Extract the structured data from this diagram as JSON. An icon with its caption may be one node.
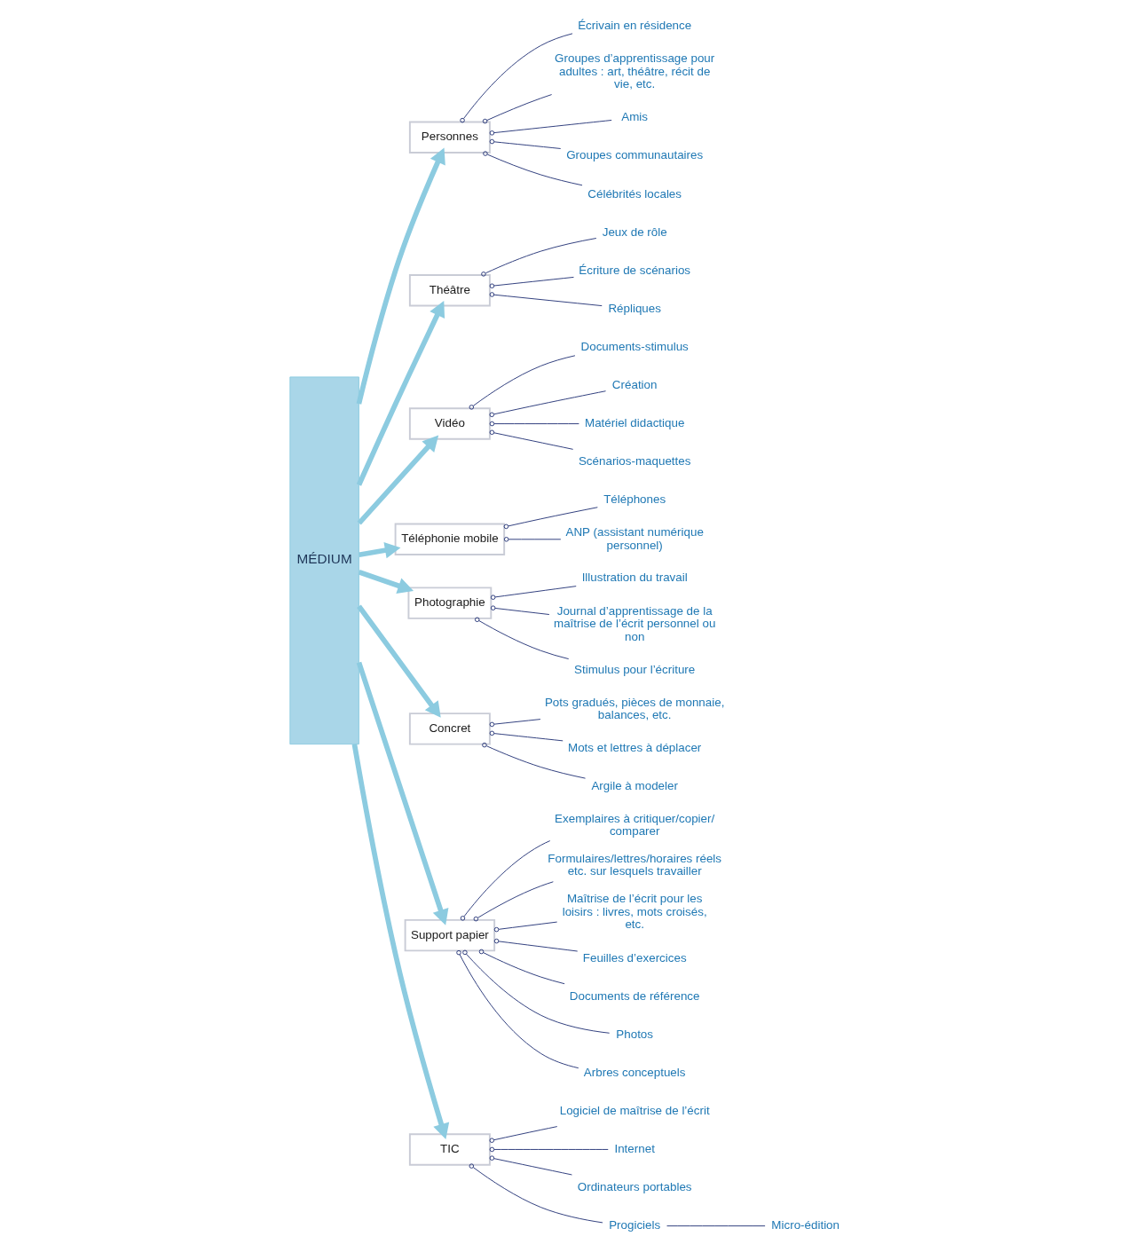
{
  "diagram": {
    "nodes": [
      {
        "text": [
          "MÉDIUM"
        ]
      },
      {
        "text": [
          "Personnes"
        ]
      },
      {
        "text": [
          "Écrivain en résidence"
        ]
      },
      {
        "text": [
          "Groupes d’apprentissage pour adultes : art, théâtre, récit de vie, etc."
        ]
      },
      {
        "text": [
          "Amis"
        ]
      },
      {
        "text": [
          "Groupes communautaires"
        ]
      },
      {
        "text": [
          "Célébrités locales"
        ]
      },
      {
        "text": [
          "Théâtre"
        ]
      },
      {
        "text": [
          "Jeux de rôle"
        ]
      },
      {
        "text": [
          "Écriture de scénarios"
        ]
      },
      {
        "text": [
          "Répliques"
        ]
      },
      {
        "text": [
          "Vidéo"
        ]
      },
      {
        "text": [
          "Documents-stimulus"
        ]
      },
      {
        "text": [
          "Création"
        ]
      },
      {
        "text": [
          "Matériel didactique"
        ]
      },
      {
        "text": [
          "Scénarios-maquettes"
        ]
      },
      {
        "text": [
          "Téléphonie mobile"
        ]
      },
      {
        "text": [
          "Téléphones"
        ]
      },
      {
        "text": [
          "ANP (assistant numérique personnel)"
        ]
      },
      {
        "text": [
          "Photographie"
        ]
      },
      {
        "text": [
          "Illustration du travail"
        ]
      },
      {
        "text": [
          "Journal d’apprentissage de la maîtrise de l’écrit personnel ou non"
        ]
      },
      {
        "text": [
          "Stimulus pour l’écriture"
        ]
      },
      {
        "text": [
          "Concret"
        ]
      },
      {
        "text": [
          "Pots gradués, pièces de monnaie, balances, etc."
        ]
      },
      {
        "text": [
          "Mots et lettres à déplacer"
        ]
      },
      {
        "text": [
          "Argile à modeler"
        ]
      },
      {
        "text": [
          "Support papier"
        ]
      },
      {
        "text": [
          "Exemplaires à critiquer/copier/ comparer"
        ]
      },
      {
        "text": [
          "Formulaires/lettres/horaires réels etc. sur lesquels travailler"
        ]
      },
      {
        "text": [
          "Maîtrise de l’écrit pour les loisirs : livres, mots croisés, etc."
        ]
      },
      {
        "text": [
          "Feuilles d’exercices"
        ]
      },
      {
        "text": [
          "Documents de référence"
        ]
      },
      {
        "text": [
          "Photos"
        ]
      },
      {
        "text": [
          "Arbres conceptuels"
        ]
      },
      {
        "text": [
          "TIC"
        ]
      },
      {
        "text": [
          "Logiciel de maîtrise de l’écrit"
        ]
      },
      {
        "text": [
          "Internet"
        ]
      },
      {
        "text": [
          "Ordinateurs portables"
        ]
      },
      {
        "text": [
          "Progiciels"
        ]
      },
      {
        "text": [
          "Micro-édition"
        ]
      }
    ],
    "edges": [
      {
        "from": 0,
        "to": 1,
        "arrow": "to",
        "style": "thick",
        "color": "#8ccbe0"
      },
      {
        "from": 1,
        "to": 2,
        "arrow": "other"
      },
      {
        "from": 1,
        "to": 3,
        "arrow": "other"
      },
      {
        "from": 1,
        "to": 4,
        "arrow": "other"
      },
      {
        "from": 1,
        "to": 5,
        "arrow": "other"
      },
      {
        "from": 1,
        "to": 6,
        "arrow": "other"
      },
      {
        "from": 0,
        "to": 7,
        "arrow": "to",
        "style": "thick",
        "color": "#8ccbe0"
      },
      {
        "from": 7,
        "to": 8,
        "arrow": "other"
      },
      {
        "from": 7,
        "to": 9,
        "arrow": "other"
      },
      {
        "from": 7,
        "to": 10,
        "arrow": "other"
      },
      {
        "from": 0,
        "to": 11,
        "arrow": "to",
        "style": "thick",
        "color": "#8ccbe0"
      },
      {
        "from": 11,
        "to": 12,
        "arrow": "other"
      },
      {
        "from": 11,
        "to": 13,
        "arrow": "other"
      },
      {
        "from": 11,
        "to": 14,
        "arrow": "other"
      },
      {
        "from": 11,
        "to": 15,
        "arrow": "other"
      },
      {
        "from": 0,
        "to": 16,
        "arrow": "to",
        "style": "thick",
        "color": "#8ccbe0"
      },
      {
        "from": 16,
        "to": 17,
        "arrow": "other"
      },
      {
        "from": 16,
        "to": 18,
        "arrow": "other"
      },
      {
        "from": 0,
        "to": 19,
        "arrow": "to",
        "style": "thick",
        "color": "#8ccbe0"
      },
      {
        "from": 19,
        "to": 20,
        "arrow": "other"
      },
      {
        "from": 19,
        "to": 21,
        "arrow": "other"
      },
      {
        "from": 19,
        "to": 22,
        "arrow": "other"
      },
      {
        "from": 0,
        "to": 23,
        "arrow": "to",
        "style": "thick",
        "color": "#8ccbe0"
      },
      {
        "from": 23,
        "to": 24,
        "arrow": "other"
      },
      {
        "from": 23,
        "to": 25,
        "arrow": "other"
      },
      {
        "from": 23,
        "to": 26,
        "arrow": "other"
      },
      {
        "from": 0,
        "to": 27,
        "arrow": "to",
        "style": "thick",
        "color": "#8ccbe0"
      },
      {
        "from": 27,
        "to": 28,
        "arrow": "other"
      },
      {
        "from": 27,
        "to": 29,
        "arrow": "other"
      },
      {
        "from": 27,
        "to": 30,
        "arrow": "other"
      },
      {
        "from": 27,
        "to": 31,
        "arrow": "other"
      },
      {
        "from": 27,
        "to": 32,
        "arrow": "other"
      },
      {
        "from": 27,
        "to": 33,
        "arrow": "other"
      },
      {
        "from": 27,
        "to": 34,
        "arrow": "other"
      },
      {
        "from": 0,
        "to": 35,
        "arrow": "to",
        "style": "thick",
        "color": "#8ccbe0"
      },
      {
        "from": 35,
        "to": 36,
        "arrow": "other"
      },
      {
        "from": 35,
        "to": 37,
        "arrow": "other"
      },
      {
        "from": 35,
        "to": 38,
        "arrow": "other"
      },
      {
        "from": 35,
        "to": 39,
        "arrow": "other"
      },
      {
        "from": 39,
        "to": 40,
        "arrow": "none"
      }
    ]
  }
}
